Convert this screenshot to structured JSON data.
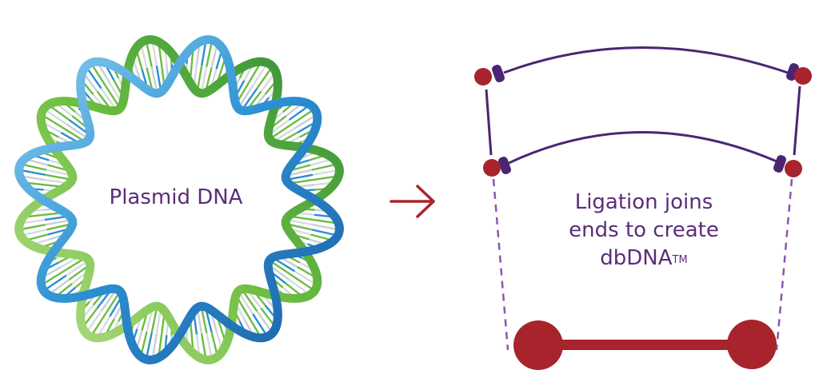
{
  "plasmid": {
    "label": "Plasmid DNA"
  },
  "ligation": {
    "line1": "Ligation joins",
    "line2": "ends to create",
    "line3_main": "dbDNA",
    "line3_sup": "TM"
  },
  "icons": {
    "plasmid": "circular-double-helix-icon",
    "arrow": "right-arrow-icon",
    "dbdna": "dumbbell-dna-icon"
  },
  "colors": {
    "text": "#5b2d79",
    "arrow": "#a8232b",
    "red_end": "#a8232b",
    "purple_strand": "#4b2573",
    "dashed": "#8a57b0",
    "helix_blue": "#2a8fd0",
    "helix_green": "#6cbd3f"
  }
}
